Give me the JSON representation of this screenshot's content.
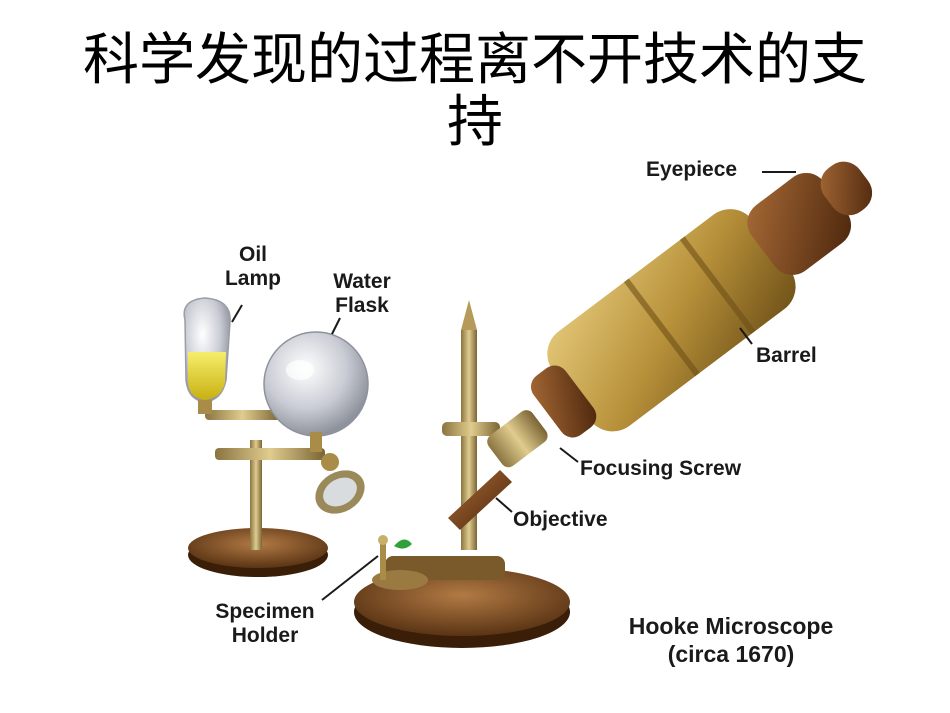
{
  "title": "科学发现的过程离不开技术的支持",
  "labels": {
    "oil_lamp_1": "Oil",
    "oil_lamp_2": "Lamp",
    "water_flask_1": "Water",
    "water_flask_2": "Flask",
    "eyepiece": "Eyepiece",
    "barrel": "Barrel",
    "focusing_screw": "Focusing Screw",
    "objective": "Objective",
    "specimen_holder_1": "Specimen",
    "specimen_holder_2": "Holder"
  },
  "caption": {
    "line1": "Hooke Microscope",
    "line2": "(circa 1670)"
  },
  "colors": {
    "barrel_gold": "#b8913a",
    "wood_brown": "#6b3b17",
    "base_wood": "#8a5a2b",
    "brass": "#b59a5a",
    "lamp_oil": "#e6d21a",
    "flask_glass": "#c9ccd4"
  }
}
